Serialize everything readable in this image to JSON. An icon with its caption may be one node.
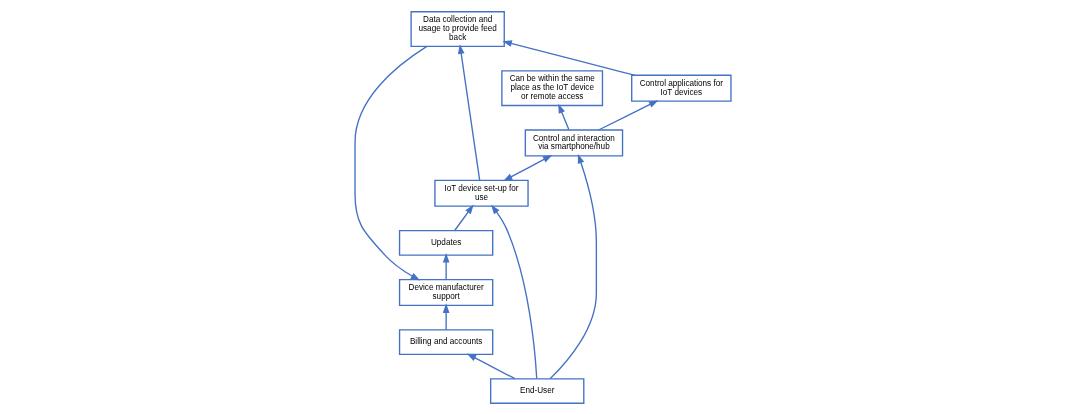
{
  "diagram": {
    "nodes": [
      {
        "text": [
          "Device manufacturer support"
        ]
      },
      {
        "text": [
          "Updates"
        ]
      },
      {
        "text": [
          "Billing and accounts"
        ]
      },
      {
        "text": [
          "IoT device set-up for use"
        ]
      },
      {
        "text": [
          "Data collection and usage to provide feed back"
        ]
      },
      {
        "text": [
          "Can be within the same place as the IoT device or remote access"
        ]
      },
      {
        "text": [
          "End-User"
        ]
      },
      {
        "text": [
          "Control and interaction via smartphone/hub"
        ]
      },
      {
        "text": [
          "Control applications for IoT devices"
        ]
      }
    ],
    "edges": [
      {
        "from": 0,
        "to": 1,
        "arrow": "to"
      },
      {
        "from": 1,
        "to": 3,
        "arrow": "to"
      },
      {
        "from": 2,
        "to": 0,
        "arrow": "to"
      },
      {
        "from": 6,
        "to": 2,
        "arrow": "to"
      },
      {
        "from": 6,
        "to": 3,
        "arrow": "to"
      },
      {
        "from": 6,
        "to": 7,
        "arrow": "to"
      },
      {
        "from": 3,
        "to": 7,
        "arrow": "both"
      },
      {
        "from": 7,
        "to": 5,
        "arrow": "to"
      },
      {
        "from": 3,
        "to": 4,
        "arrow": "to"
      },
      {
        "from": 7,
        "to": 8,
        "arrow": "to"
      },
      {
        "from": 8,
        "to": 4,
        "arrow": "to"
      },
      {
        "from": 4,
        "to": 0,
        "arrow": "to"
      }
    ]
  }
}
